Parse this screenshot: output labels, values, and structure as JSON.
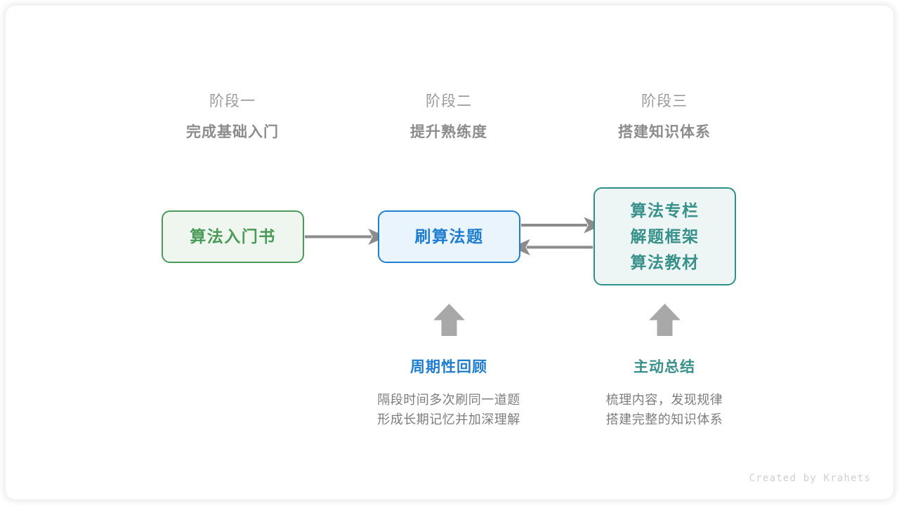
{
  "canvas": {
    "background": "#ffffff",
    "card_radius": 14
  },
  "stages": [
    {
      "id": "stage-1",
      "sub": "阶段一",
      "title": "完成基础入门"
    },
    {
      "id": "stage-2",
      "sub": "阶段二",
      "title": "提升熟练度"
    },
    {
      "id": "stage-3",
      "sub": "阶段三",
      "title": "搭建知识体系"
    }
  ],
  "nodes": {
    "book": {
      "label": "算法入门书",
      "color": "#4a9a57",
      "fill": "#eff6ef",
      "border": "#4c9a5b"
    },
    "practice": {
      "label": "刷算法题",
      "color": "#1f7dd0",
      "fill": "#eaf4fd",
      "border": "#2080d0"
    },
    "resources": {
      "lines": [
        "算法专栏",
        "解题框架",
        "算法教材"
      ],
      "color": "#37908a",
      "fill": "#edf6f5",
      "border": "#2f8f89"
    }
  },
  "arrows": {
    "color": "#8c8c8c",
    "up_arrow_color": "#a8a8a8",
    "connections": [
      {
        "name": "book-to-practice",
        "direction": "right"
      },
      {
        "name": "practice-to-resources",
        "direction": "right"
      },
      {
        "name": "resources-to-practice",
        "direction": "left"
      },
      {
        "name": "review-to-practice",
        "direction": "up"
      },
      {
        "name": "summary-to-resources",
        "direction": "up"
      }
    ]
  },
  "notes": [
    {
      "id": "note-review",
      "title": "周期性回顾",
      "color": "#1f7dd0",
      "body": [
        "隔段时间多次刷同一道题",
        "形成长期记忆并加深理解"
      ]
    },
    {
      "id": "note-summary",
      "title": "主动总结",
      "color": "#37908a",
      "body": [
        "梳理内容，发现规律",
        "搭建完整的知识体系"
      ]
    }
  ],
  "credit": "Created by Krahets"
}
